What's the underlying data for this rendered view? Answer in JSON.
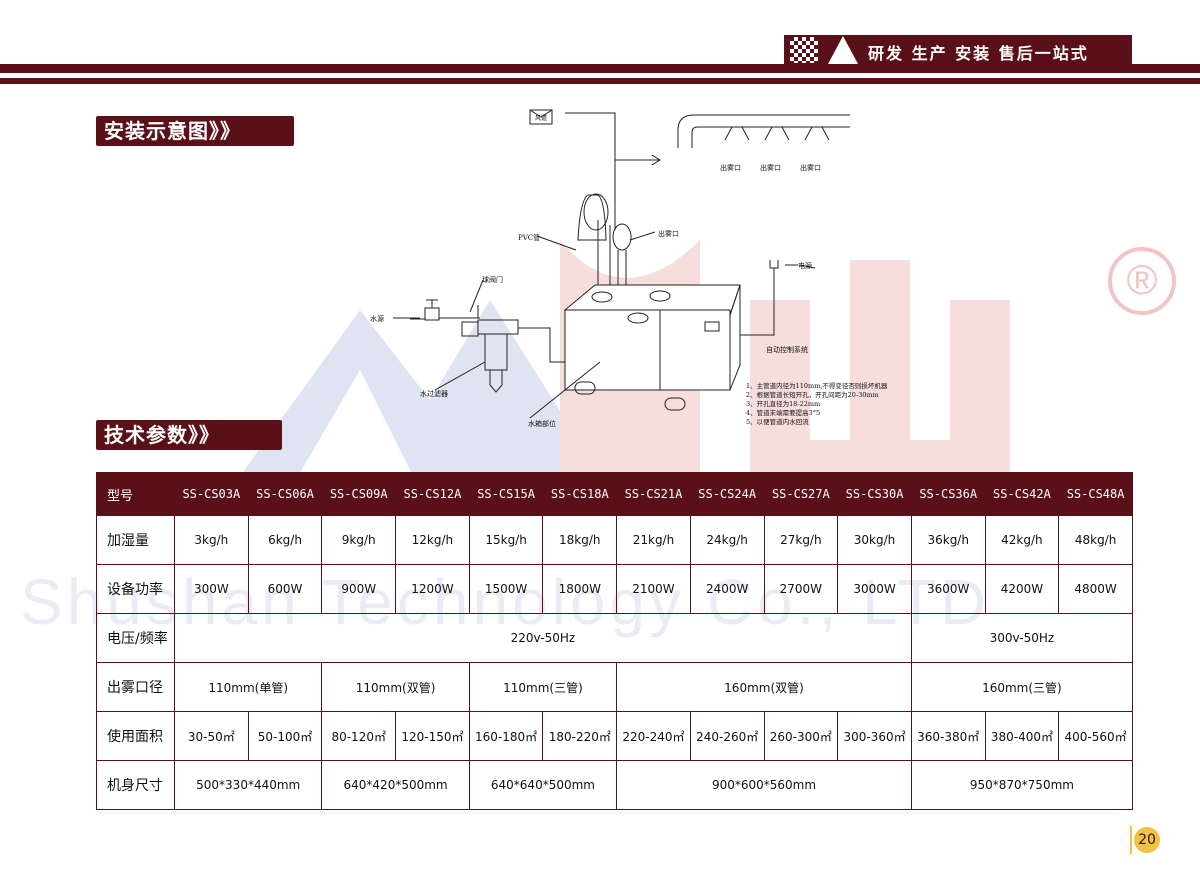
{
  "header": {
    "slogan": "研发 生产 安装 售后一站式"
  },
  "watermark": {
    "brand_text": "Shushan Technology Co., LTD",
    "registered_mark": "®"
  },
  "sections": {
    "install_title": "安装示意图》》",
    "spec_title": "技术参数》》"
  },
  "diagram": {
    "labels": {
      "wind": "风道",
      "mist1": "出雾口",
      "mist2": "出雾口",
      "mist3": "出雾口",
      "pvc": "PVC管",
      "mist_out": "出雾口",
      "ball_valve": "球阀门",
      "water_source": "水源",
      "power": "电源",
      "auto_control": "自动控制系统",
      "water_filter": "水过滤器",
      "tank": "水箱部位"
    },
    "notes": [
      "1、主管道内径为110mm,不得变径否则损坏机器",
      "2、根据管道长短开孔，开孔间距为20-30mm",
      "3、开孔直径为18-22mm",
      "4、管道末端需要提高3°5",
      "5、以便管道内水回流"
    ]
  },
  "table": {
    "header": [
      "型号",
      "SS-CS03A",
      "SS-CS06A",
      "SS-CS09A",
      "SS-CS12A",
      "SS-CS15A",
      "SS-CS18A",
      "SS-CS21A",
      "SS-CS24A",
      "SS-CS27A",
      "SS-CS30A",
      "SS-CS36A",
      "SS-CS42A",
      "SS-CS48A"
    ],
    "humidify": {
      "label": "加湿量",
      "values": [
        "3kg/h",
        "6kg/h",
        "9kg/h",
        "12kg/h",
        "15kg/h",
        "18kg/h",
        "21kg/h",
        "24kg/h",
        "27kg/h",
        "30kg/h",
        "36kg/h",
        "42kg/h",
        "48kg/h"
      ]
    },
    "power": {
      "label": "设备功率",
      "values": [
        "300W",
        "600W",
        "900W",
        "1200W",
        "1500W",
        "1800W",
        "2100W",
        "2400W",
        "2700W",
        "3000W",
        "3600W",
        "4200W",
        "4800W"
      ]
    },
    "voltage": {
      "label": "电压/频率",
      "values": [
        "220v-50Hz",
        "300v-50Hz"
      ]
    },
    "mist": {
      "label": "出雾口径",
      "values": [
        "110mm(单管)",
        "110mm(双管)",
        "110mm(三管)",
        "160mm(双管)",
        "160mm(三管)"
      ]
    },
    "area": {
      "label": "使用面积",
      "values": [
        "30-50㎡",
        "50-100㎡",
        "80-120㎡",
        "120-150㎡",
        "160-180㎡",
        "180-220㎡",
        "220-240㎡",
        "240-260㎡",
        "260-300㎡",
        "300-360㎡",
        "360-380㎡",
        "380-400㎡",
        "400-560㎡"
      ]
    },
    "size": {
      "label": "机身尺寸",
      "values": [
        "500*330*440mm",
        "640*420*500mm",
        "640*640*500mm",
        "900*600*560mm",
        "950*870*750mm"
      ]
    }
  },
  "page_number": "20"
}
